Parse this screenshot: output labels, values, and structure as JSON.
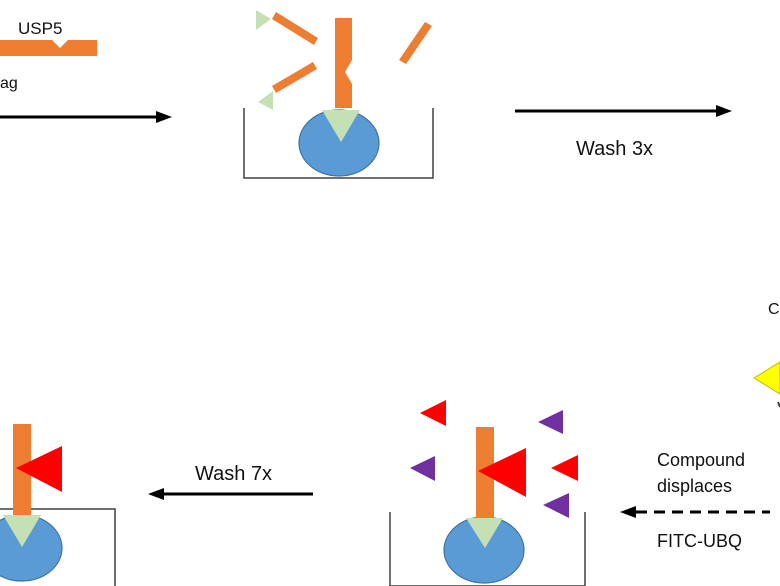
{
  "labels": {
    "usp5": "USP5",
    "tag_fragment": "ag",
    "wash_3x": "Wash 3x",
    "c_fragment": "C",
    "wash_7x": "Wash 7x",
    "compound_line1": "Compound",
    "compound_line2": "displaces",
    "fitc_ubq": "FITC-UBQ"
  },
  "colors": {
    "protein": "#ED7D31",
    "bead": "#5B9BD5",
    "bead_stroke": "#41719C",
    "tag": "#C5E0B4",
    "fitc_ubq": "#FF0000",
    "compound": "#7030A0",
    "compound_yellow": "#FFFF00",
    "arrow": "#000000"
  }
}
